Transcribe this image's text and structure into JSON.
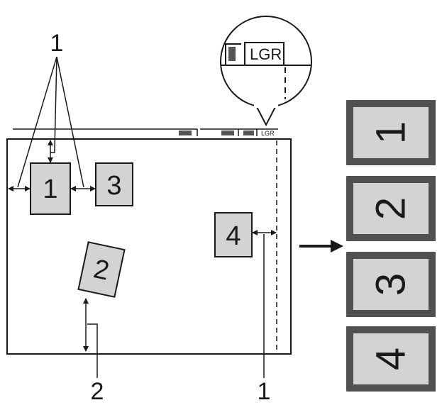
{
  "callouts": {
    "top": "1",
    "bottom_left": "2",
    "bottom_right": "1"
  },
  "documents": [
    {
      "label": "1"
    },
    {
      "label": "2"
    },
    {
      "label": "3"
    },
    {
      "label": "4"
    }
  ],
  "magnifier": {
    "label": "LGR"
  },
  "scanner_mark": "LGR",
  "results": [
    {
      "label": "1"
    },
    {
      "label": "2"
    },
    {
      "label": "3"
    },
    {
      "label": "4"
    }
  ],
  "colors": {
    "paper_gray": "#d3d3d3",
    "line": "#1a1a1a",
    "mark": "#555555"
  }
}
